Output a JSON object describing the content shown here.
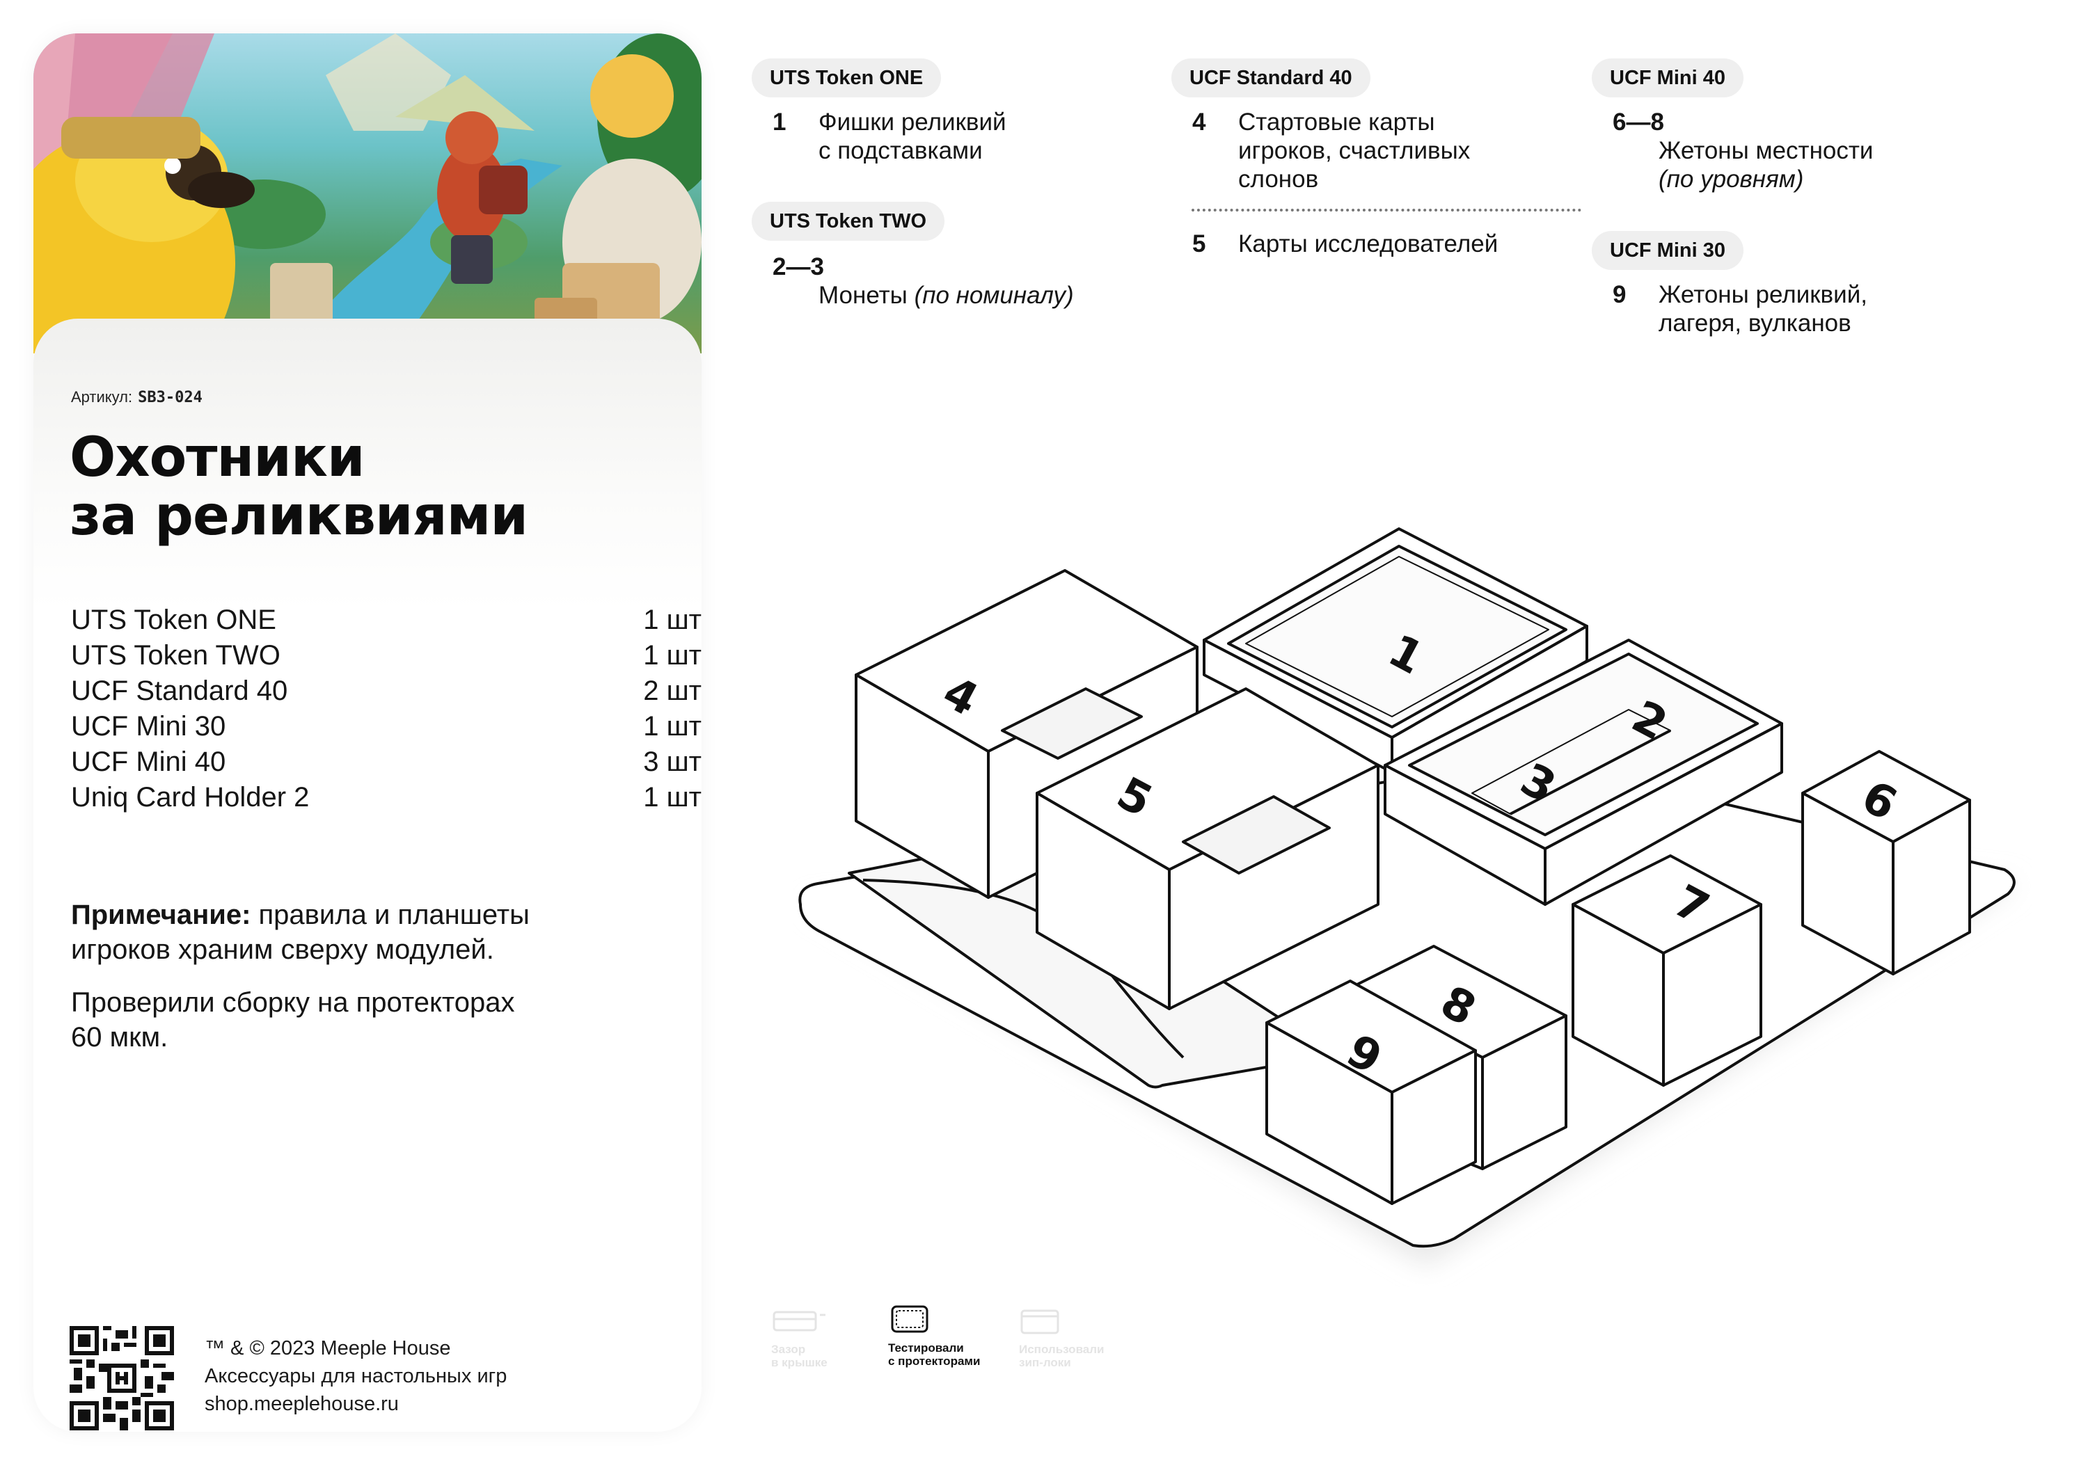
{
  "sku": {
    "label": "Артикул:",
    "code": "SB3-024"
  },
  "title": {
    "line1": "Охотники",
    "line2": "за реликвиями"
  },
  "parts": [
    {
      "name": "UTS Token ONE",
      "qty": "1 шт"
    },
    {
      "name": "UTS Token TWO",
      "qty": "1 шт"
    },
    {
      "name": "UCF Standard 40",
      "qty": "2 шт"
    },
    {
      "name": "UCF Mini 30",
      "qty": "1 шт"
    },
    {
      "name": "UCF Mini 40",
      "qty": "3 шт"
    },
    {
      "name": "Uniq Card Holder 2",
      "qty": "1 шт"
    }
  ],
  "note": {
    "label": "Примечание:",
    "text1": " правила и планшеты",
    "text2": "игроков храним сверху модулей.",
    "tested1": "Проверили сборку на протекторах",
    "tested2": "60 мкм."
  },
  "footer": {
    "copyright": "™ & © 2023 Meeple House",
    "tagline": "Аксессуары для настольных игр",
    "url": "shop.meeplehouse.ru"
  },
  "modules": {
    "uts_one": {
      "label": "UTS Token ONE",
      "num": "1",
      "line1": "Фишки реликвий",
      "line2": "с подставками"
    },
    "uts_two": {
      "label": "UTS Token TWO",
      "num": "2—3",
      "line1": "Монеты ",
      "line1_italic": "(по номиналу)"
    },
    "ucf_std": {
      "label": "UCF Standard 40",
      "num": "4",
      "line1": "Стартовые карты",
      "line2": "игроков, счастливых",
      "line3": "слонов",
      "num2": "5",
      "line4": "Карты исследователей"
    },
    "ucf_mini40": {
      "label": "UCF Mini 40",
      "num": "6—8",
      "line1": "Жетоны местности",
      "line2_italic": "(по уровням)"
    },
    "ucf_mini30": {
      "label": "UCF Mini 30",
      "num": "9",
      "line1": "Жетоны реликвий,",
      "line2": "лагеря, вулканов"
    }
  },
  "diagram_numbers": [
    "1",
    "2",
    "3",
    "4",
    "5",
    "6",
    "7",
    "8",
    "9"
  ],
  "bottom_icons": [
    {
      "icon": "lid-gap-icon",
      "line1": "Зазор",
      "line2": "в крышке",
      "active": false
    },
    {
      "icon": "card-protector-icon",
      "line1": "Тестировали",
      "line2": "с протекторами",
      "active": true
    },
    {
      "icon": "ziplock-bag-icon",
      "line1": "Использовали",
      "line2": "зип-локи",
      "active": false
    }
  ]
}
